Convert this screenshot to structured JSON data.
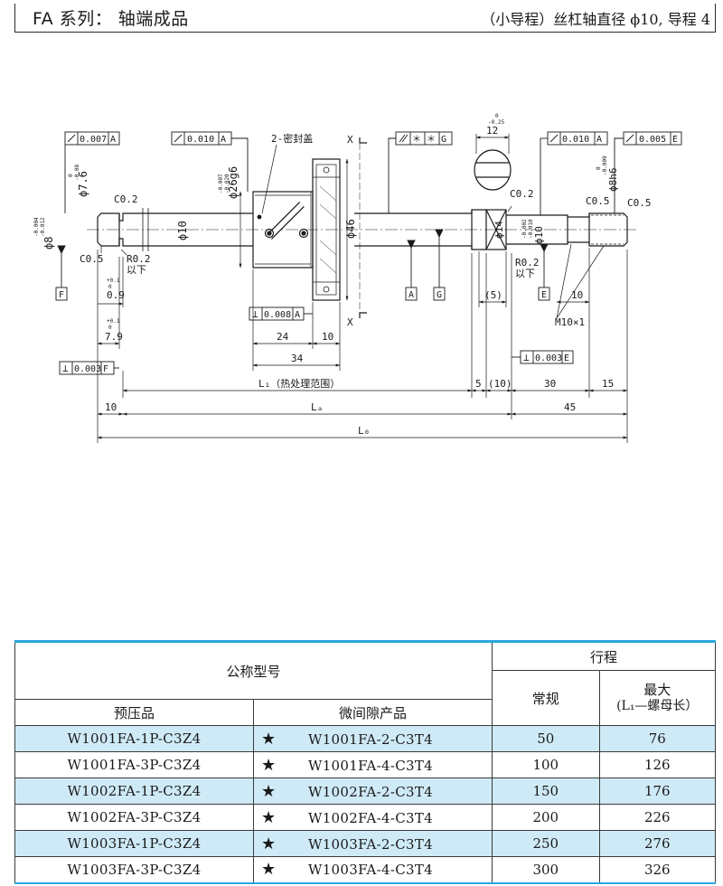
{
  "header": {
    "title": "FA 系列： 轴端成品",
    "subtitle": "（小导程）丝杠轴直径 ϕ10, 导程 4"
  },
  "drawing": {
    "tol_frames": [
      {
        "sym": "⁄",
        "val": "0.007",
        "ref": "A"
      },
      {
        "sym": "⁄",
        "val": "0.010",
        "ref": "A"
      },
      {
        "sym": "//",
        "val": "＊",
        "ref2": "＊",
        "ref": "G"
      },
      {
        "sym": "⁄",
        "val": "0.010",
        "ref": "A"
      },
      {
        "sym": "⁄",
        "val": "0.005",
        "ref": "E"
      },
      {
        "sym": "⊥",
        "val": "0.008",
        "ref": "A"
      },
      {
        "sym": "⊥",
        "val": "0.003",
        "ref": "F"
      },
      {
        "sym": "⊥",
        "val": "0.003",
        "ref": "E"
      }
    ],
    "labels": {
      "seal": "2-密封盖",
      "x_top": "X",
      "x_bottom": "X",
      "c02_left": "C0.2",
      "c05_left": "C0.5",
      "r02_left": "R0.2",
      "below_left": "以下",
      "c02_right": "C0.2",
      "c05_right_a": "C0.5",
      "c05_right_b": "C0.5",
      "r02_right": "R0.2",
      "below_right": "以下",
      "m10": "M10×1",
      "phi8": "ϕ8",
      "phi8_tol_up": "-0.004",
      "phi8_tol_dn": "-0.012",
      "phi76": "ϕ7.6",
      "phi76_tol_up": "0",
      "phi76_tol_dn": "-0.08",
      "phi26": "ϕ26g6",
      "phi26_tol_up": "-0.007",
      "phi26_tol_dn": "-0.020",
      "phi10_a": "ϕ10",
      "phi46": "ϕ46",
      "phi14": "ϕ14",
      "phi10_b": "ϕ10",
      "phi10_b_tol_up": "-0.002",
      "phi10_b_tol_dn": "-0.010",
      "phi8h6": "ϕ8h6",
      "phi8h6_tol_up": "0",
      "phi8h6_tol_dn": "-0.009",
      "dim12": "12",
      "dim12_tol_up": "0",
      "dim12_tol_dn": "-0.25",
      "datum_f": "F",
      "datum_a": "A",
      "datum_g": "G",
      "datum_e": "E",
      "dim09": "0.9",
      "dim09_tol_up": "+0.1",
      "dim09_tol_dn": "0",
      "dim79": "7.9",
      "dim79_tol_up": "+0.1",
      "dim79_tol_dn": "0",
      "dim5p": "(5)",
      "dim10_r": "10",
      "dim24": "24",
      "dim10_m": "10",
      "dim34": "34",
      "l1": "L₁（热处理范围）",
      "dim5": "5",
      "dim10p": "(10)",
      "dim30": "30",
      "dim15": "15",
      "dim10_l": "10",
      "la": "Lₐ",
      "dim45": "45",
      "l0": "L₀"
    }
  },
  "table": {
    "header_model": "公称型号",
    "header_stroke": "行程",
    "header_preload": "预压品",
    "header_micro": "微间隙产品",
    "header_normal": "常规",
    "header_max_line1": "最大",
    "header_max_line2": "(L₁—螺母长）",
    "star_symbol": "★",
    "rows": [
      {
        "preload": "W1001FA-1P-C3Z4",
        "micro": "W1001FA-2-C3T4",
        "normal": "50",
        "max": "76",
        "shaded": true
      },
      {
        "preload": "W1001FA-3P-C3Z4",
        "micro": "W1001FA-4-C3T4",
        "normal": "100",
        "max": "126",
        "shaded": false
      },
      {
        "preload": "W1002FA-1P-C3Z4",
        "micro": "W1002FA-2-C3T4",
        "normal": "150",
        "max": "176",
        "shaded": true
      },
      {
        "preload": "W1002FA-3P-C3Z4",
        "micro": "W1002FA-4-C3T4",
        "normal": "200",
        "max": "226",
        "shaded": false
      },
      {
        "preload": "W1003FA-1P-C3Z4",
        "micro": "W1003FA-2-C3T4",
        "normal": "250",
        "max": "276",
        "shaded": true
      },
      {
        "preload": "W1003FA-3P-C3Z4",
        "micro": "W1003FA-4-C3T4",
        "normal": "300",
        "max": "326",
        "shaded": false
      }
    ],
    "shade_color": "#cfeaf7",
    "accent_color": "#2aa6dc"
  }
}
